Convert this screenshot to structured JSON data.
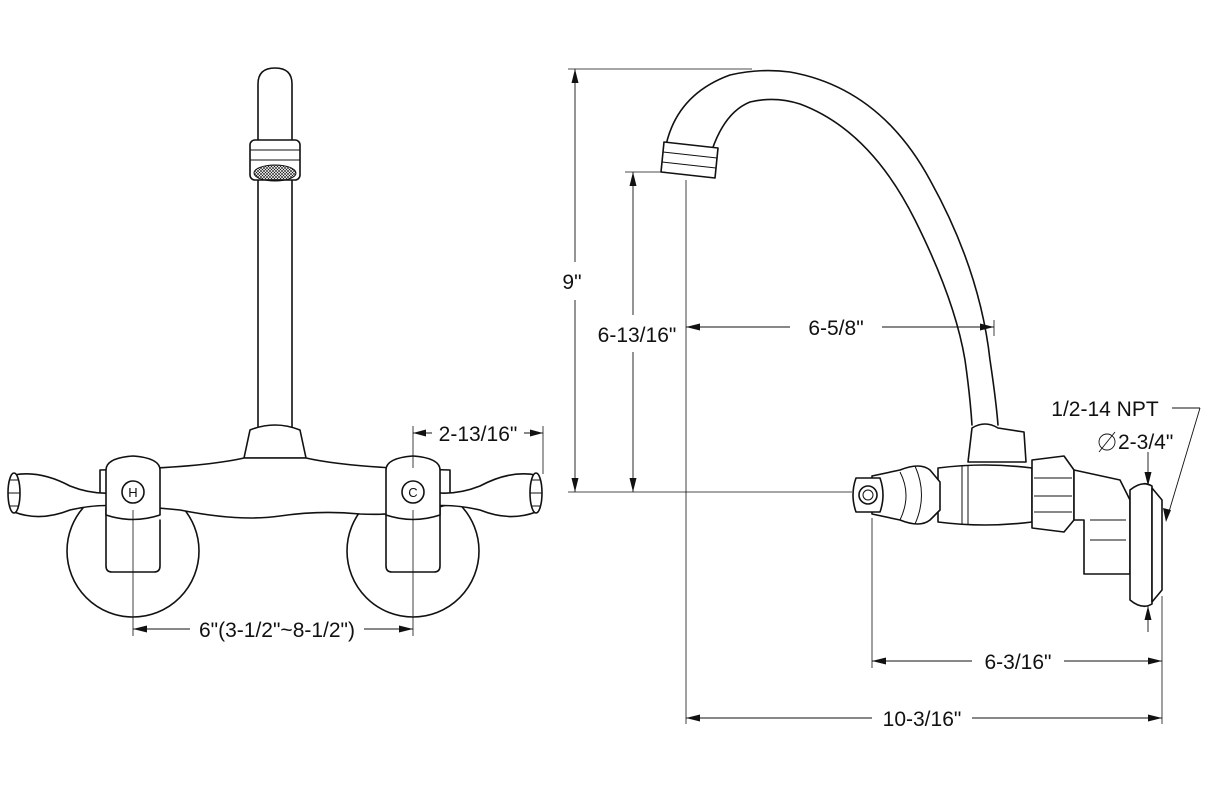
{
  "dimensions": {
    "center_spread": "6\"(3-1/2\"~8-1/2\")",
    "handle_offset": "2-13/16\"",
    "overall_height": "9\"",
    "spout_height": "6-13/16\"",
    "spout_reach": "6-5/8\"",
    "inlet_thread": "1/2-14 NPT",
    "flange_diameter": "2-3/4\"",
    "handle_projection": "6-3/16\"",
    "overall_projection": "10-3/16\""
  },
  "handle_markings": {
    "hot": "H",
    "cold": "C"
  }
}
